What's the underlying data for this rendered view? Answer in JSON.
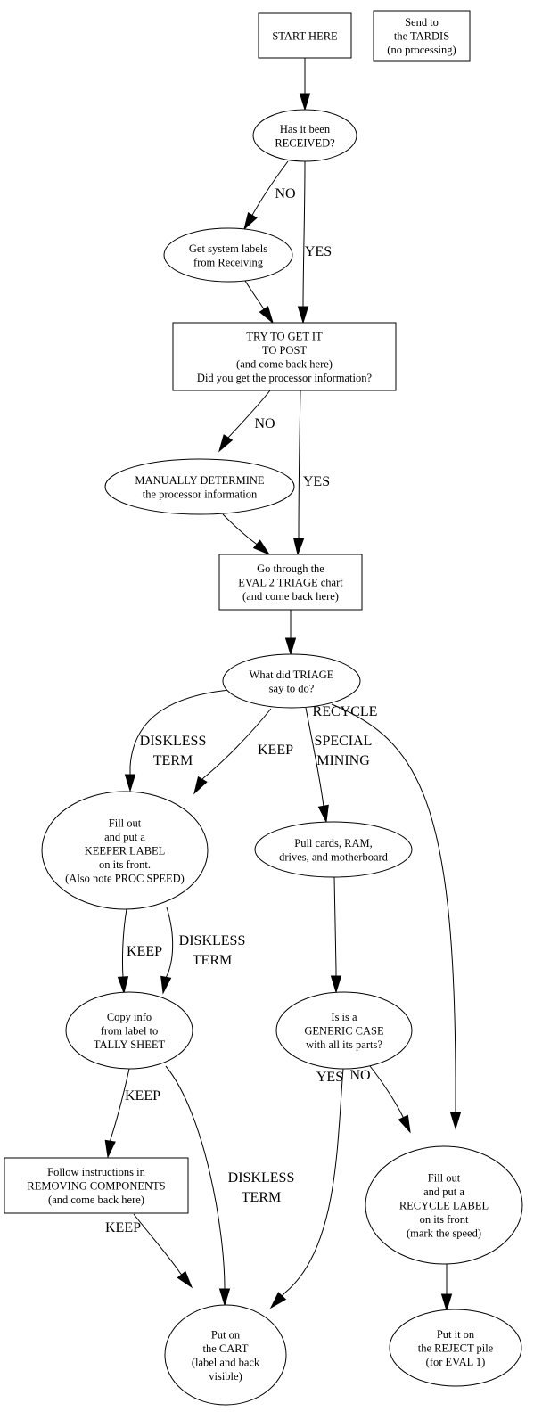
{
  "diagram": {
    "type": "flowchart",
    "nodes": {
      "start": {
        "shape": "box",
        "lines": [
          "START HERE"
        ]
      },
      "tardis": {
        "shape": "box",
        "lines": [
          "Send to",
          "the TARDIS",
          "(no processing)"
        ]
      },
      "received": {
        "shape": "ellipse",
        "lines": [
          "Has it been",
          "RECEIVED?"
        ]
      },
      "labels": {
        "shape": "ellipse",
        "lines": [
          "Get system labels",
          "from Receiving"
        ]
      },
      "post": {
        "shape": "box",
        "lines": [
          "TRY TO GET IT",
          "TO POST",
          "(and come back here)",
          "Did you get the processor information?"
        ]
      },
      "manual": {
        "shape": "ellipse",
        "lines": [
          "MANUALLY DETERMINE",
          "the processor information"
        ]
      },
      "triage_chart": {
        "shape": "box",
        "lines": [
          "Go through the",
          "EVAL 2 TRIAGE chart",
          "(and come back here)"
        ]
      },
      "triage_q": {
        "shape": "ellipse",
        "lines": [
          "What did TRIAGE",
          "say to do?"
        ]
      },
      "keeper": {
        "shape": "ellipse",
        "lines": [
          "Fill out",
          "and put a",
          "KEEPER LABEL",
          "on its front.",
          "(Also note PROC SPEED)"
        ]
      },
      "pull": {
        "shape": "ellipse",
        "lines": [
          "Pull cards, RAM,",
          "drives, and motherboard"
        ]
      },
      "tally": {
        "shape": "ellipse",
        "lines": [
          "Copy info",
          "from label to",
          "TALLY SHEET"
        ]
      },
      "generic": {
        "shape": "ellipse",
        "lines": [
          "Is is a",
          "GENERIC CASE",
          "with all its parts?"
        ]
      },
      "removing": {
        "shape": "box",
        "lines": [
          "Follow instructions in",
          "REMOVING COMPONENTS",
          "(and come back here)"
        ]
      },
      "recycle": {
        "shape": "ellipse",
        "lines": [
          "Fill out",
          "and put a",
          "RECYCLE LABEL",
          "on its front",
          "(mark the speed)"
        ]
      },
      "cart": {
        "shape": "ellipse",
        "lines": [
          "Put on",
          "the CART",
          "(label and back",
          "visible)"
        ]
      },
      "reject": {
        "shape": "ellipse",
        "lines": [
          "Put it on",
          "the REJECT pile",
          "(for EVAL 1)"
        ]
      }
    },
    "edges": [
      {
        "from": "start",
        "to": "received",
        "label": []
      },
      {
        "from": "received",
        "to": "labels",
        "label": [
          "NO"
        ]
      },
      {
        "from": "received",
        "to": "post",
        "label": [
          "YES"
        ]
      },
      {
        "from": "labels",
        "to": "post",
        "label": []
      },
      {
        "from": "post",
        "to": "manual",
        "label": [
          "NO"
        ]
      },
      {
        "from": "post",
        "to": "triage_chart",
        "label": [
          "YES"
        ]
      },
      {
        "from": "manual",
        "to": "triage_chart",
        "label": []
      },
      {
        "from": "triage_chart",
        "to": "triage_q",
        "label": []
      },
      {
        "from": "triage_q",
        "to": "keeper",
        "label": [
          "DISKLESS",
          "TERM"
        ]
      },
      {
        "from": "triage_q",
        "to": "keeper",
        "label": [
          "KEEP"
        ]
      },
      {
        "from": "triage_q",
        "to": "pull",
        "label": [
          "SPECIAL",
          "MINING"
        ]
      },
      {
        "from": "triage_q",
        "to": "recycle",
        "label": [
          "RECYCLE"
        ]
      },
      {
        "from": "keeper",
        "to": "tally",
        "label": [
          "KEEP"
        ]
      },
      {
        "from": "keeper",
        "to": "tally",
        "label": [
          "DISKLESS",
          "TERM"
        ]
      },
      {
        "from": "pull",
        "to": "generic",
        "label": []
      },
      {
        "from": "tally",
        "to": "removing",
        "label": [
          "KEEP"
        ]
      },
      {
        "from": "tally",
        "to": "cart",
        "label": [
          "DISKLESS",
          "TERM"
        ]
      },
      {
        "from": "generic",
        "to": "cart",
        "label": [
          "YES"
        ]
      },
      {
        "from": "generic",
        "to": "recycle",
        "label": [
          "NO"
        ]
      },
      {
        "from": "removing",
        "to": "cart",
        "label": [
          "KEEP"
        ]
      },
      {
        "from": "recycle",
        "to": "reject",
        "label": []
      }
    ]
  }
}
